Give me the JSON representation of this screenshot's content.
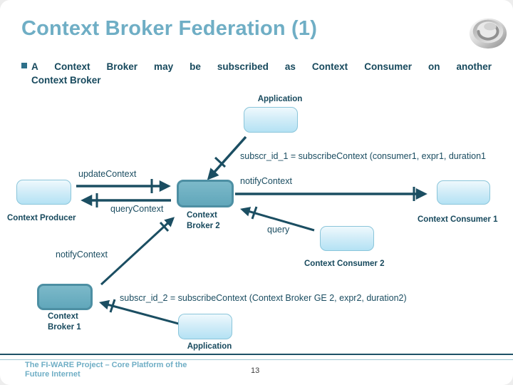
{
  "slide": {
    "title": "Context Broker Federation (1)",
    "bullet": {
      "line1": "A Context Broker may be subscribed as Context Consumer on another",
      "line2": "Context Broker"
    },
    "footer": {
      "line1": "The FI-WARE Project – Core Platform of the",
      "line2": "Future Internet"
    },
    "page_number": "13"
  },
  "nodes": {
    "application_top": "Application",
    "context_producer": "Context Producer",
    "context_broker_2": "Context Broker 2",
    "context_consumer_1": "Context Consumer 1",
    "context_consumer_2": "Context Consumer 2",
    "context_broker_1": "Context Broker 1",
    "application_bottom": "Application"
  },
  "messages": {
    "subscribe_1": "subscr_id_1 = subscribeContext (consumer1, expr1, duration1",
    "update_context": "updateContext",
    "query_context": "queryContext",
    "notify_context_1": "notifyContext",
    "query": "query",
    "notify_context_2": "notifyContext",
    "subscribe_2": "subscr_id_2 = subscribeContext (Context Broker GE 2, expr2, duration2)"
  },
  "icons": {
    "logo": "fiware-swirl-logo",
    "bullet": "square-bullet"
  },
  "colors": {
    "title_blue": "#6FAEC5",
    "text_dark": "#17495D",
    "arrow": "#1B4E62",
    "box_light_fill": "#C9EAF7",
    "box_light_border": "#8AC5DA",
    "box_dark_fill": "#66A9BC",
    "box_dark_border": "#4D8FA3"
  }
}
